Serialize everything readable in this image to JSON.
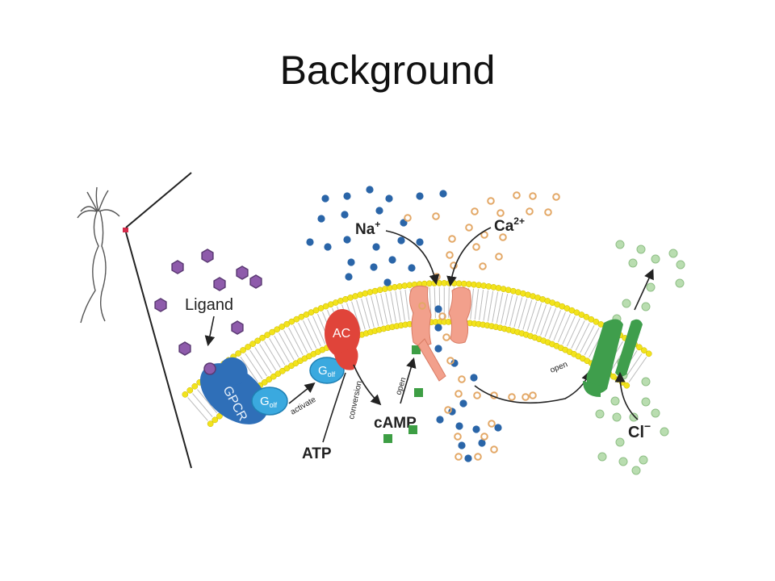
{
  "title": "Background",
  "diagram": {
    "labels": {
      "ligand": "Ligand",
      "gpcr": "GPCR",
      "golf": "G",
      "golf_sub": "olf",
      "activate": "activate",
      "ac": "AC",
      "conversion": "conversion",
      "atp": "ATP",
      "camp": "cAMP",
      "open_cng": "open",
      "open_cl": "open",
      "na": "Na",
      "na_sup": "+",
      "ca": "Ca",
      "ca_sup": "2+",
      "cl": "Cl",
      "cl_sup": "−"
    },
    "colors": {
      "ligand": "#8e5bab",
      "gpcr": "#2f6fb8",
      "golf": "#3aa9df",
      "ac": "#e0443a",
      "cng_channel": "#f2a08c",
      "cl_channel": "#3f9e4c",
      "na_ion": "#2a65a8",
      "ca_ion": "#e3a867",
      "cl_ion": "#b9ddb0",
      "camp": "#3d9e44",
      "lipid_head": "#f2e31c"
    }
  }
}
